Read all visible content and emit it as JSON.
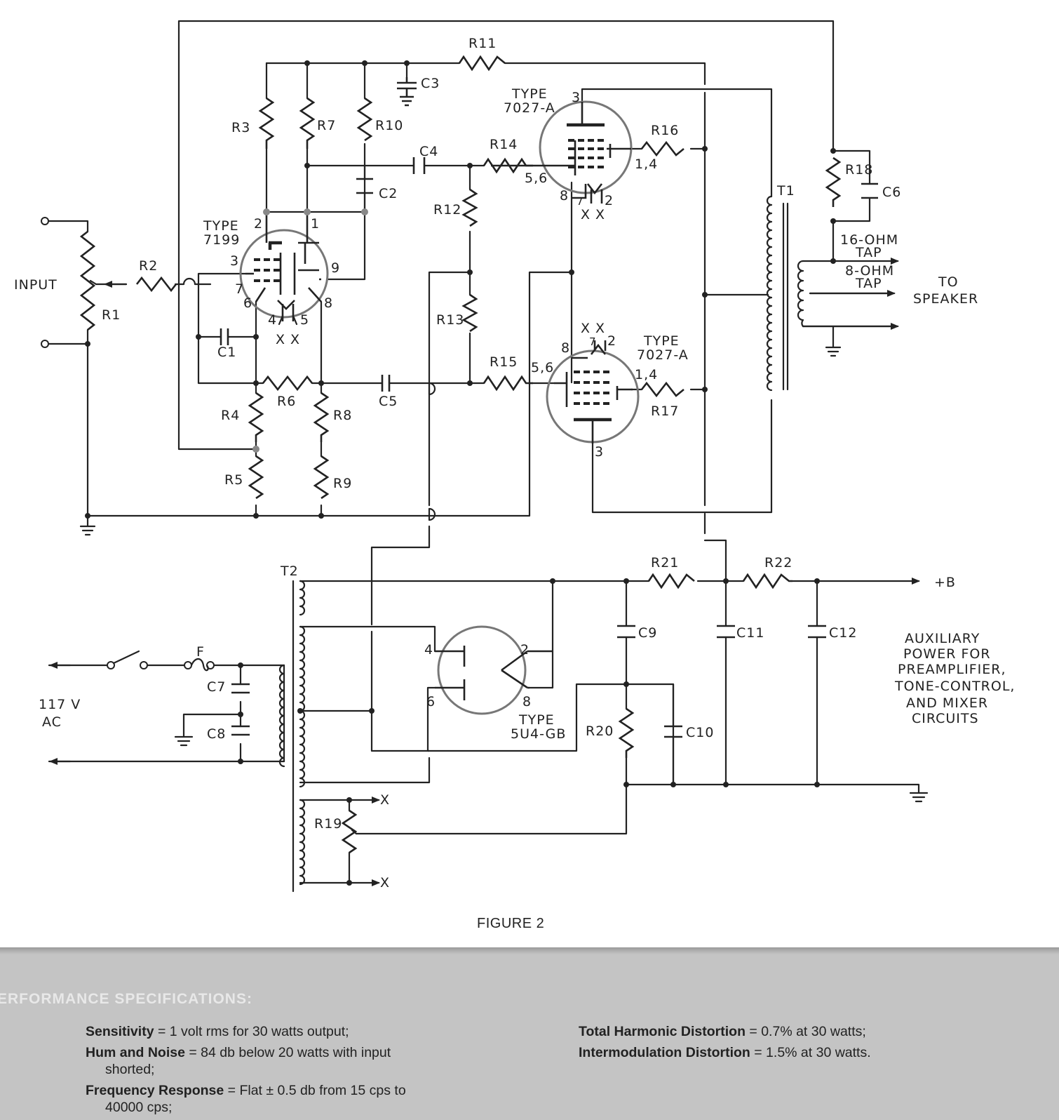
{
  "diagram": {
    "labels": {
      "r1": "R1",
      "r2": "R2",
      "r3": "R3",
      "r4": "R4",
      "r5": "R5",
      "r6": "R6",
      "r7": "R7",
      "r8": "R8",
      "r9": "R9",
      "r10": "R10",
      "r11": "R11",
      "r12": "R12",
      "r13": "R13",
      "r14": "R14",
      "r15": "R15",
      "r16": "R16",
      "r17": "R17",
      "r18": "R18",
      "r19": "R19",
      "r20": "R20",
      "r21": "R21",
      "r22": "R22",
      "c1": "C1",
      "c2": "C2",
      "c3": "C3",
      "c4": "C4",
      "c5": "C5",
      "c6": "C6",
      "c7": "C7",
      "c8": "C8",
      "c9": "C9",
      "c10": "C10",
      "c11": "C11",
      "c12": "C12",
      "t1": "T1",
      "t2": "T2",
      "fuse": "F",
      "input": "INPUT",
      "tube1_type": "TYPE",
      "tube1_num": "7199",
      "tube2_type": "TYPE",
      "tube2_num": "7027-A",
      "tube3_type": "TYPE",
      "tube3_num": "7027-A",
      "tube4_type": "TYPE",
      "tube4_num": "5U4-GB",
      "tap16": "16-OHM",
      "tap16b": "TAP",
      "tap8": "8-OHM",
      "tap8b": "TAP",
      "to": "TO",
      "speaker": "SPEAKER",
      "plus_b": "+B",
      "ac_volts": "117 V",
      "ac": "AC",
      "aux1": "AUXILIARY",
      "aux2": "POWER FOR",
      "aux3": "PREAMPLIFIER,",
      "aux4": "TONE-CONTROL,",
      "aux5": "AND MIXER",
      "aux6": "CIRCUITS",
      "heater_x": "X",
      "heater_xx": "X X"
    },
    "pins": {
      "t1_p2": "2",
      "t1_p1": "1",
      "t1_p3": "3",
      "t1_p9": "9",
      "t1_p7": "7",
      "t1_p6": "6",
      "t1_p8": "8",
      "t1_p4": "4",
      "t1_p5": "5",
      "t2_p3": "3",
      "t2_p56": "5,6",
      "t2_p14": "1,4",
      "t2_p8": "8",
      "t2_p7": "7",
      "t2_p2": "2",
      "t3_p8": "8",
      "t3_p7": "7",
      "t3_p2": "2",
      "t3_p56": "5,6",
      "t3_p14": "1,4",
      "t3_p3": "3",
      "t4_p4": "4",
      "t4_p2": "2",
      "t4_p6": "6",
      "t4_p8": "8"
    },
    "caption": "FIGURE 2"
  },
  "specs": {
    "heading": "ERFORMANCE SPECIFICATIONS:",
    "left": [
      {
        "label": "Sensitivity",
        "value": " = 1 volt rms for 30 watts output;",
        "wrap": ""
      },
      {
        "label": "Hum and Noise",
        "value": " = 84 db below 20 watts with input",
        "wrap": "shorted;"
      },
      {
        "label": "Frequency Response",
        "value": " = Flat ± 0.5 db from 15 cps to",
        "wrap": "40000 cps;"
      }
    ],
    "right": [
      {
        "label": "Total Harmonic Distortion",
        "value": " = 0.7% at 30 watts;",
        "wrap": ""
      },
      {
        "label": "Intermodulation Distortion",
        "value": " = 1.5% at 30 watts.",
        "wrap": ""
      }
    ]
  }
}
